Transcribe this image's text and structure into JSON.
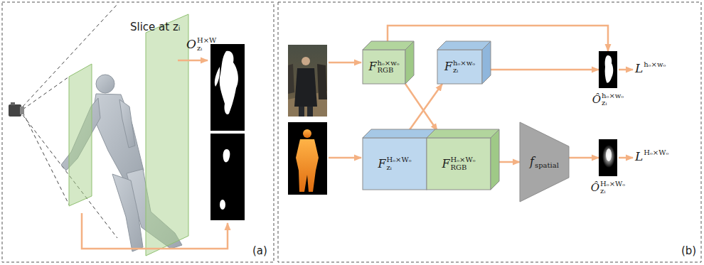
{
  "diagram": {
    "nodes": [
      {
        "text": [
          "F",
          "RGB",
          "hₒ×wₒ"
        ]
      },
      {
        "text": [
          "F",
          "zᵢ",
          "hₒ×wₒ"
        ]
      },
      {
        "text": [
          "Ô",
          "zᵢ",
          "hₒ×wₒ"
        ]
      },
      {
        "text": [
          "F",
          "zᵢ",
          "Hₒ×Wₒ"
        ]
      },
      {
        "text": [
          "F",
          "RGB",
          "Hₒ×Wₒ"
        ]
      },
      {
        "text": [
          "f",
          "spatial"
        ]
      },
      {
        "text": [
          "Ô",
          "zᵢ",
          "Hₒ×Wₒ"
        ]
      }
    ],
    "edges": [
      {
        "from": 0,
        "to": 2,
        "arrow": "to"
      },
      {
        "from": 1,
        "to": 2,
        "arrow": "to"
      },
      {
        "from": 0,
        "to": 4,
        "arrow": "to"
      },
      {
        "from": 3,
        "to": 1,
        "arrow": "to"
      },
      {
        "from": 4,
        "to": 5,
        "arrow": "to"
      },
      {
        "from": 5,
        "to": 6,
        "arrow": "to"
      }
    ],
    "labels": [
      "Slice at zᵢ",
      "O",
      "zᵢ",
      "H×W",
      "L",
      "hₒ×wₒ",
      "L",
      "Hₒ×Wₒ",
      "(a)",
      "(b)"
    ]
  }
}
